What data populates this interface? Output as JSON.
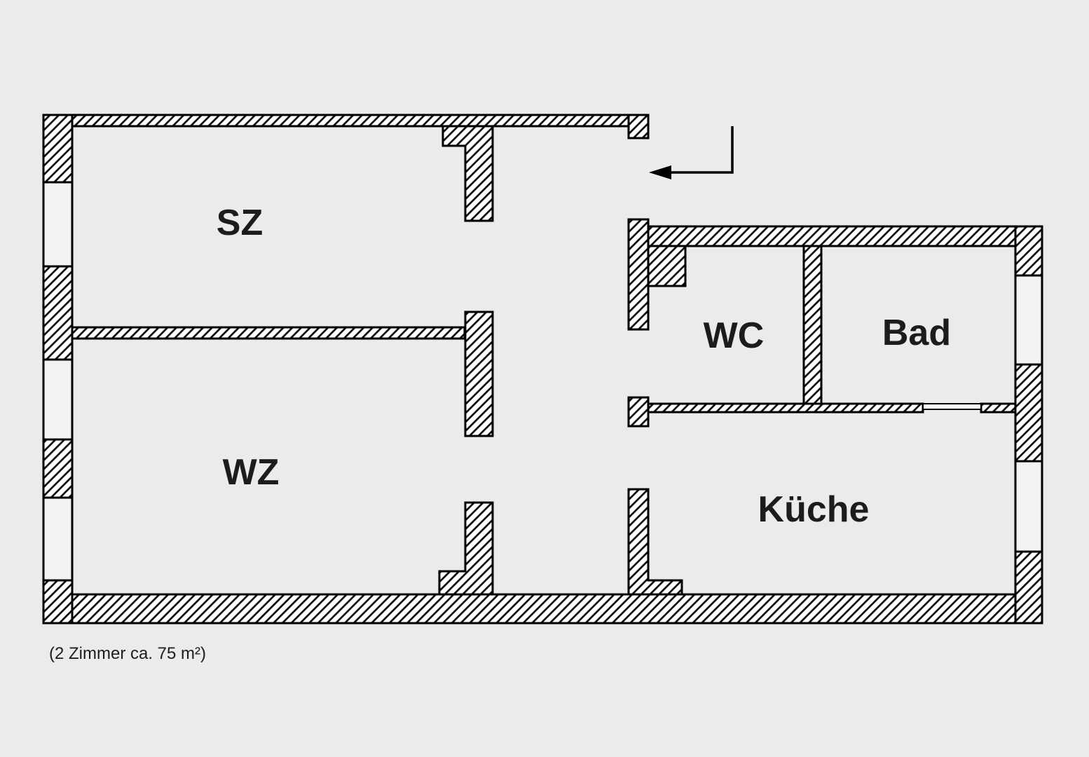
{
  "plan": {
    "caption": "(2 Zimmer ca. 75 m²)",
    "rooms": {
      "sz": {
        "label": "SZ"
      },
      "wz": {
        "label": "WZ"
      },
      "wc": {
        "label": "WC"
      },
      "bad": {
        "label": "Bad"
      },
      "kueche": {
        "label": "Küche"
      }
    }
  },
  "colors": {
    "background": "#ebebeb",
    "wall_fill": "#ffffff",
    "line": "#000000",
    "window_fill": "#f3f3f3",
    "text": "#1c1c1c"
  }
}
